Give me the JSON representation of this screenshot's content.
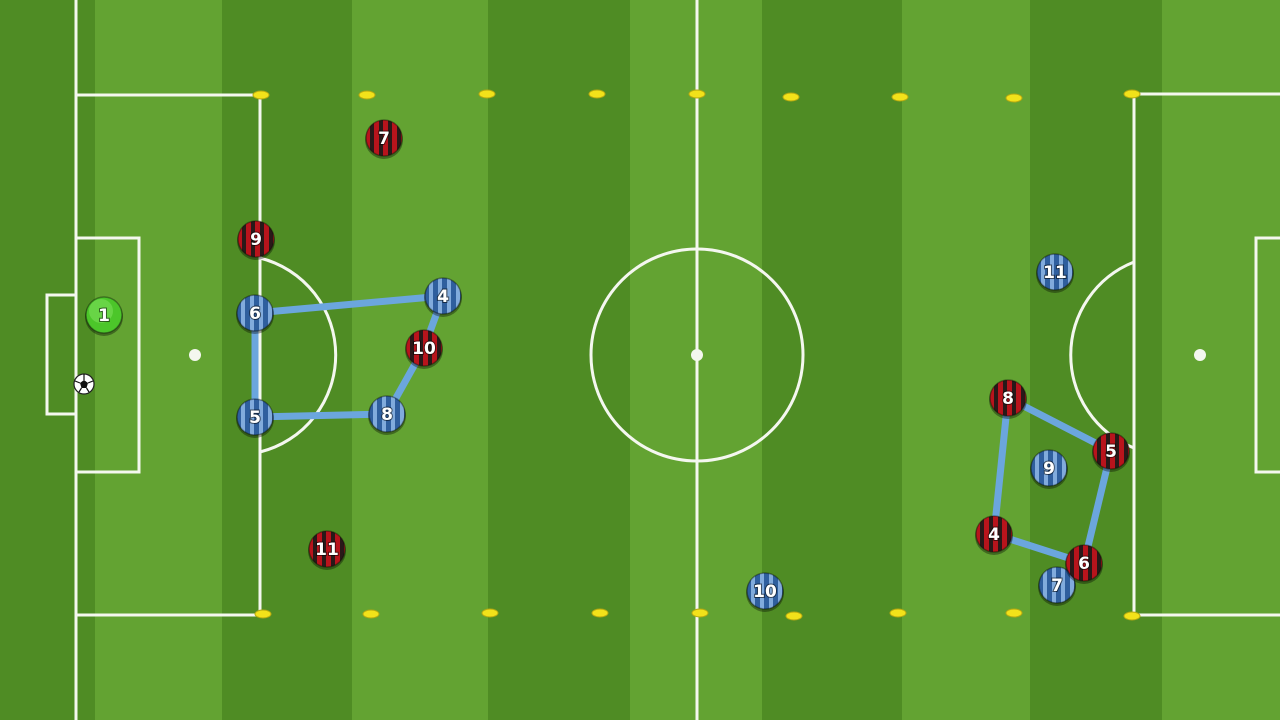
{
  "pitch": {
    "grass_dark": "#4f8c24",
    "grass_light": "#63a332",
    "line_color": "#f4f7ef",
    "cone_color": "#f2e21a"
  },
  "teams": {
    "blue": {
      "name_icon": "blue-striped-shirt-icon",
      "color": "#2f5f9e",
      "stripe": "#8fb8e6"
    },
    "red": {
      "name_icon": "red-black-striped-shirt-icon",
      "color": "#b8141c",
      "stripe": "#1a1a1a"
    },
    "keeper": {
      "name_icon": "green-keeper-shirt-icon",
      "color": "#4cc62a"
    }
  },
  "players": [
    {
      "id": "keeper-1",
      "team": "keeper",
      "number": "1"
    },
    {
      "id": "red-7",
      "team": "red",
      "number": "7"
    },
    {
      "id": "red-9",
      "team": "red",
      "number": "9"
    },
    {
      "id": "blue-6",
      "team": "blue",
      "number": "6"
    },
    {
      "id": "blue-4",
      "team": "blue",
      "number": "4"
    },
    {
      "id": "red-10",
      "team": "red",
      "number": "10"
    },
    {
      "id": "blue-5",
      "team": "blue",
      "number": "5"
    },
    {
      "id": "blue-8",
      "team": "blue",
      "number": "8"
    },
    {
      "id": "red-11",
      "team": "red",
      "number": "11"
    },
    {
      "id": "blue-10",
      "team": "blue",
      "number": "10"
    },
    {
      "id": "blue-11",
      "team": "blue",
      "number": "11"
    },
    {
      "id": "red-8",
      "team": "red",
      "number": "8"
    },
    {
      "id": "red-5",
      "team": "red",
      "number": "5"
    },
    {
      "id": "blue-9",
      "team": "blue",
      "number": "9"
    },
    {
      "id": "red-4",
      "team": "red",
      "number": "4"
    },
    {
      "id": "red-6",
      "team": "red",
      "number": "6"
    },
    {
      "id": "blue-7",
      "team": "blue",
      "number": "7"
    }
  ],
  "ball": {
    "icon": "soccer-ball-icon"
  }
}
